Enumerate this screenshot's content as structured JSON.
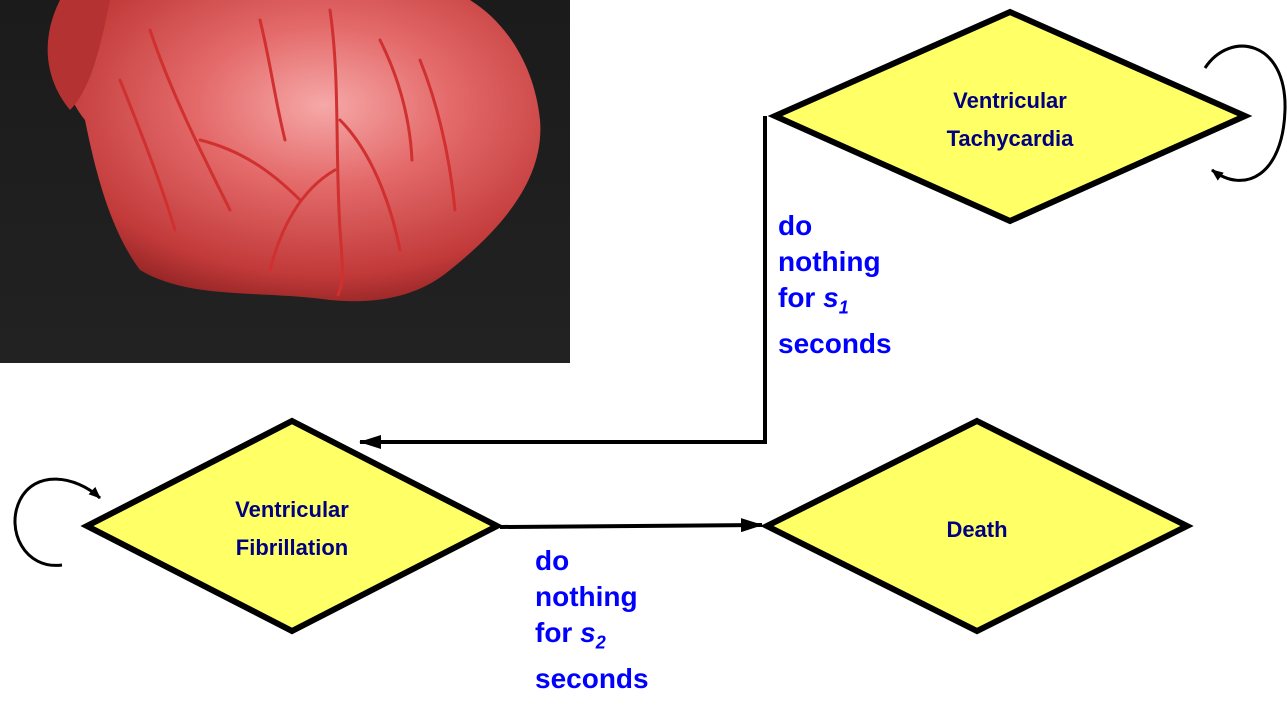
{
  "colors": {
    "node_fill": "#ffff66",
    "node_stroke": "#000000",
    "node_text": "#000080",
    "edge_text": "#0000ff",
    "edge_stroke": "#000000"
  },
  "image": {
    "description_icon": "heart-image"
  },
  "nodes": {
    "vt": {
      "line1": "Ventricular",
      "line2": "Tachycardia"
    },
    "vf": {
      "line1": "Ventricular",
      "line2": "Fibrillation"
    },
    "death": {
      "line1": "Death"
    }
  },
  "edges": {
    "vt_to_vf": {
      "line1": "do",
      "line2": "nothing",
      "line3_prefix": "for ",
      "var": "s",
      "sub": "1",
      "line4": "seconds"
    },
    "vf_to_death": {
      "line1": "do",
      "line2": "nothing",
      "line3_prefix": "for ",
      "var": "s",
      "sub": "2",
      "line4": "seconds"
    }
  }
}
